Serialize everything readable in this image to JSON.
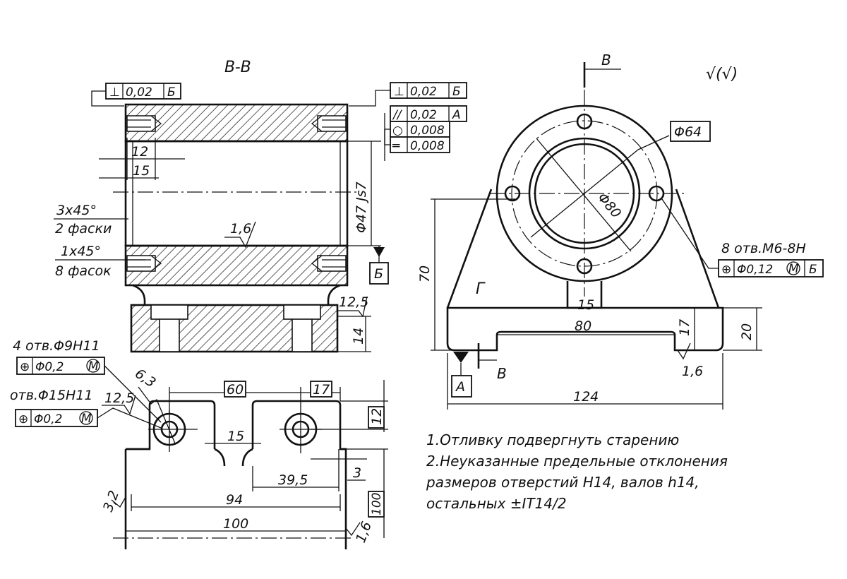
{
  "section_label": "B-B",
  "roughness_note": "√(√)",
  "notes": [
    "1.Отливку подвергнуть старению",
    "2.Неуказанные предельные отклонения",
    "размеров отверстий H14, валов h14,",
    "остальных ±IT14/2"
  ],
  "section": {
    "fcf_top_left": {
      "sym": "⊥",
      "tol": "0,02",
      "datum": "Б"
    },
    "fcf_top_right": {
      "sym": "⊥",
      "tol": "0,02",
      "datum": "Б"
    },
    "fcf_parallel": {
      "sym": "//",
      "tol": "0,02",
      "datum": "A"
    },
    "fcf_round": {
      "sym": "○",
      "tol": "0,008"
    },
    "fcf_straight": {
      "sym": "═",
      "tol": "0,008"
    },
    "dim_12": "12",
    "dim_15": "15",
    "chamfer_big_a": "3x45°",
    "chamfer_big_b": "2 фаски",
    "chamfer_small_a": "1x45°",
    "chamfer_small_b": "8 фасок",
    "rough_bore": "1,6",
    "bore_dim": "Φ47 Js7",
    "datum_b": "Б",
    "rough_side": "12,5",
    "dim_14": "14"
  },
  "top_view": {
    "holes_small_label": "4 отв.Φ9H11",
    "holes_small_fcf": {
      "sym": "⊕",
      "tol": "Φ0,2",
      "mod": "M"
    },
    "holes_big_label": "отв.Φ15H11",
    "holes_big_fcf": {
      "sym": "⊕",
      "tol": "Φ0,2",
      "mod": "M"
    },
    "rough_63": "6,3",
    "rough_125": "12,5",
    "dim_60": "60",
    "dim_17": "17",
    "dim_12": "12",
    "dim_15": "15",
    "dim_395": "39,5",
    "dim_3": "3",
    "dim_94": "94",
    "dim_100": "100",
    "dim_100v": "100",
    "rough_32": "3,2",
    "rough_16": "1,6"
  },
  "front_view": {
    "cut_label_top": "B",
    "cut_label_bottom": "B",
    "view_mark": "Г",
    "dim_64": "Φ64",
    "dim_80d": "Φ80",
    "holes_label": "8 отв.M6-8H",
    "holes_fcf": {
      "sym": "⊕",
      "tol": "Φ0,12",
      "mod": "M",
      "datum": "Б"
    },
    "dim_70": "70",
    "dim_15": "15",
    "dim_80": "80",
    "dim_17": "17",
    "dim_20": "20",
    "dim_124": "124",
    "datum_a": "A",
    "rough_16": "1,6"
  }
}
